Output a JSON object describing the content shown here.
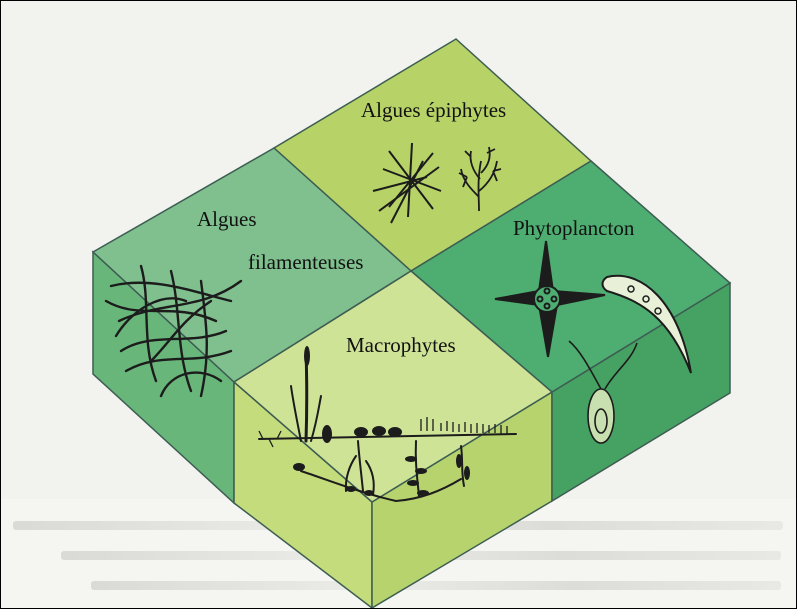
{
  "diagram": {
    "labels": {
      "algues_epiphytes": "Algues épiphytes",
      "algues_filamenteuses_1": "Algues",
      "algues_filamenteuses_2": "filamenteuses",
      "phytoplancton": "Phytoplancton",
      "macrophytes": "Macrophytes"
    },
    "colors": {
      "top_back": "#b7d267",
      "top_left": "#7fc08e",
      "top_right": "#4eae72",
      "top_front": "#cfe397",
      "side_left": "#69b67b",
      "side_front": "#c4dc7c",
      "side_right": "#46a263",
      "edge": "#3d5d52",
      "organism": "#1c1c1c"
    }
  }
}
